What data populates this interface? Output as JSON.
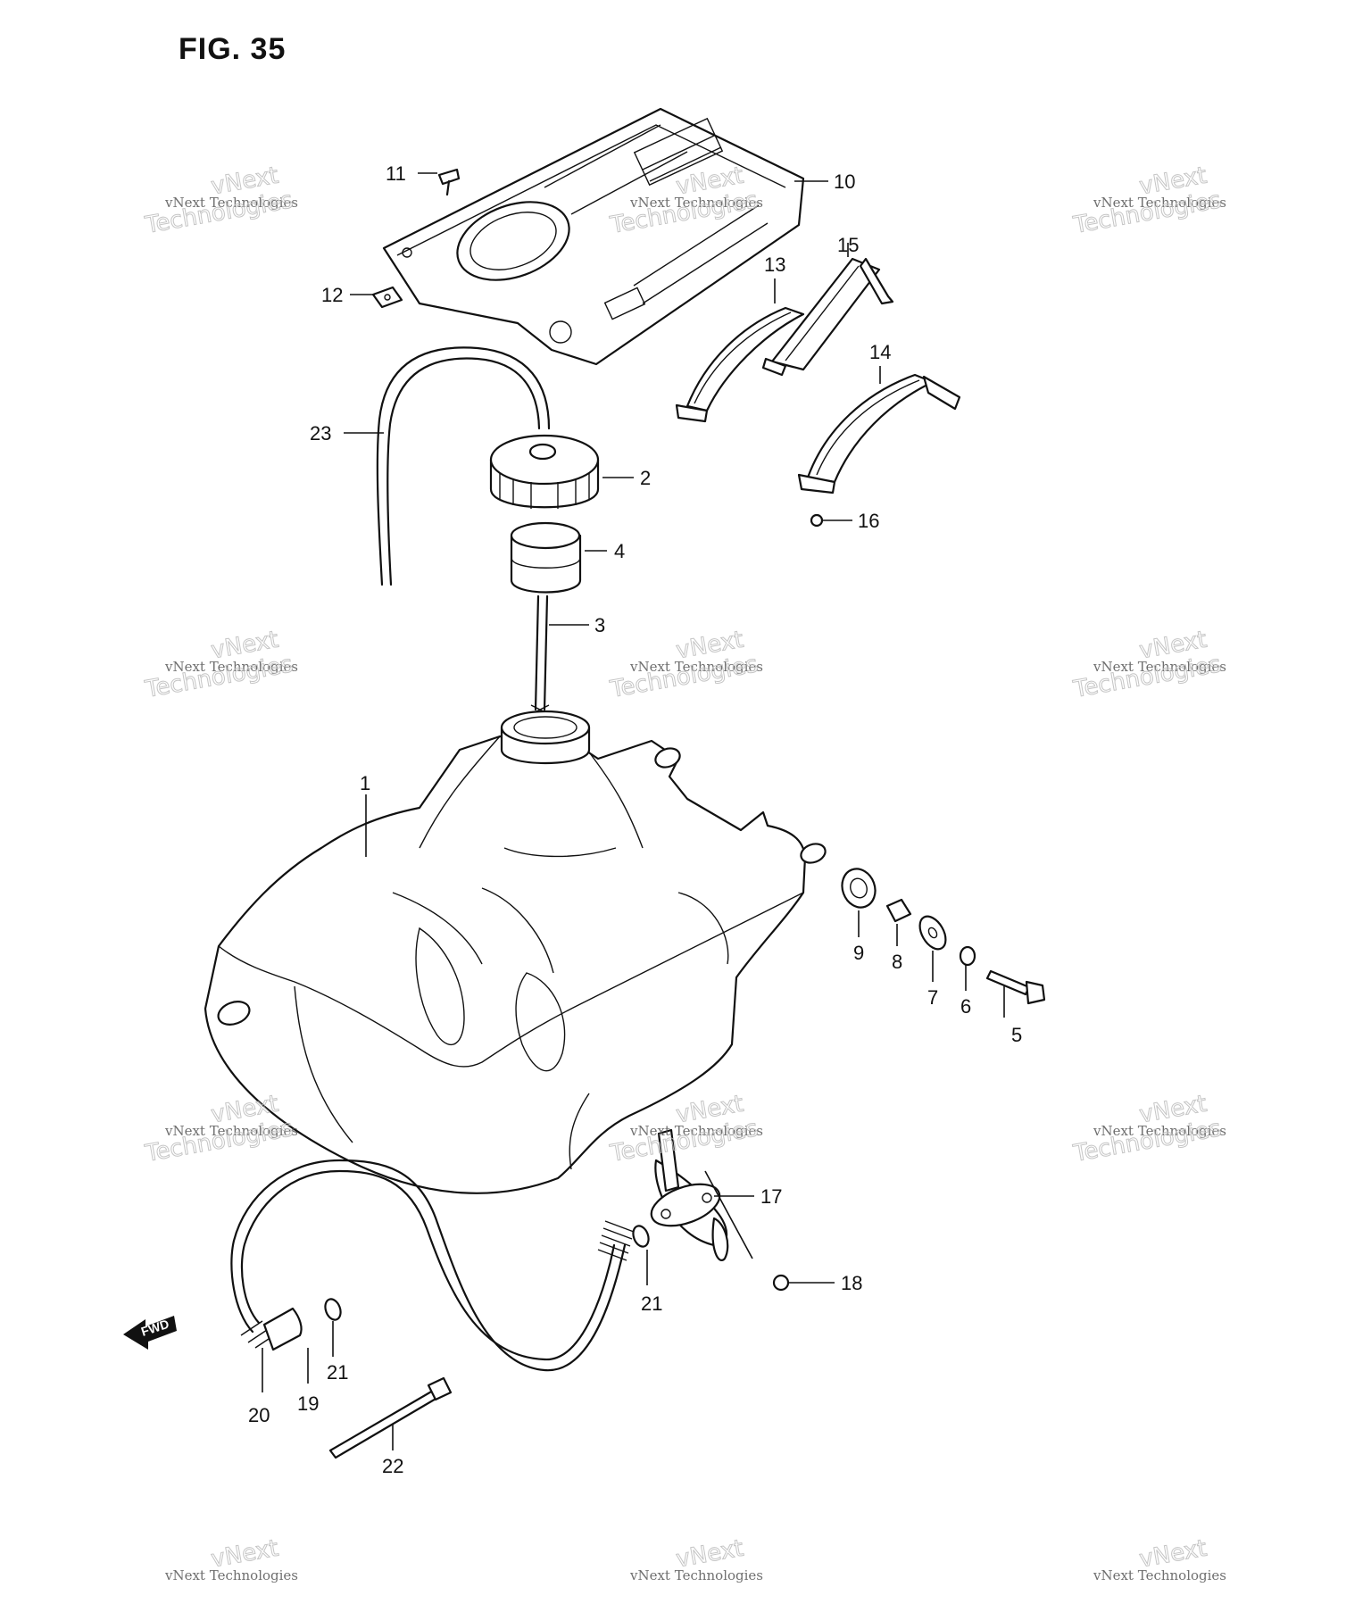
{
  "figure": {
    "title": "FIG. 35"
  },
  "watermark": {
    "line1": "vNext Technologies",
    "line2": "Technologies",
    "line3": "vNext"
  },
  "fwd_label": "FWD",
  "callouts": [
    {
      "id": "c1",
      "num": "1"
    },
    {
      "id": "c2",
      "num": "2"
    },
    {
      "id": "c3",
      "num": "3"
    },
    {
      "id": "c4",
      "num": "4"
    },
    {
      "id": "c5",
      "num": "5"
    },
    {
      "id": "c6",
      "num": "6"
    },
    {
      "id": "c7",
      "num": "7"
    },
    {
      "id": "c8",
      "num": "8"
    },
    {
      "id": "c9",
      "num": "9"
    },
    {
      "id": "c10",
      "num": "10"
    },
    {
      "id": "c11",
      "num": "11"
    },
    {
      "id": "c12",
      "num": "12"
    },
    {
      "id": "c13",
      "num": "13"
    },
    {
      "id": "c14",
      "num": "14"
    },
    {
      "id": "c15",
      "num": "15"
    },
    {
      "id": "c16",
      "num": "16"
    },
    {
      "id": "c17",
      "num": "17"
    },
    {
      "id": "c18",
      "num": "18"
    },
    {
      "id": "c19",
      "num": "19"
    },
    {
      "id": "c20",
      "num": "20"
    },
    {
      "id": "c21a",
      "num": "21"
    },
    {
      "id": "c21b",
      "num": "21"
    },
    {
      "id": "c22",
      "num": "22"
    },
    {
      "id": "c23",
      "num": "23"
    }
  ]
}
